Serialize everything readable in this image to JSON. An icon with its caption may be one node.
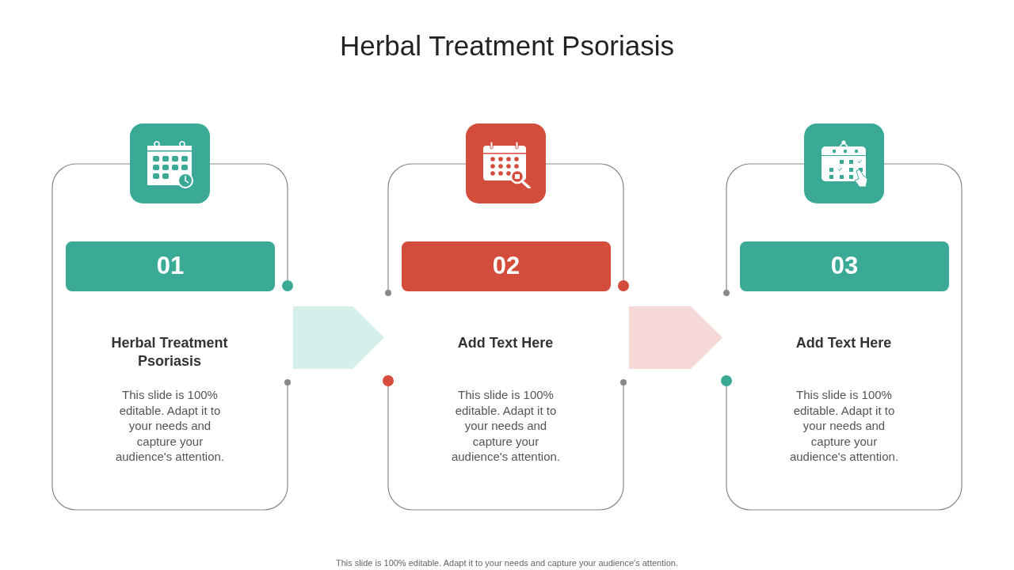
{
  "diagram": {
    "title": "Herbal Treatment Psoriasis",
    "nodes": [
      {
        "text": [
          "Herbal Treatment Psoriasis",
          "This slide is 100% editable. Adapt it to your needs and capture your audience's attention."
        ]
      },
      {
        "text": [
          "01"
        ],
        "in": 0
      },
      {
        "text": [
          "Add Text Here",
          "This slide is 100% editable. Adapt it to your needs and capture your audience's attention."
        ]
      },
      {
        "text": [
          "02"
        ],
        "in": 2
      },
      {
        "text": [
          "Add Text Here",
          "This slide is 100% editable. Adapt it to your needs and capture your audience's attention."
        ]
      },
      {
        "text": [
          "03"
        ],
        "in": 4
      }
    ],
    "edges": [
      {
        "from": 0,
        "to": 2,
        "arrow": "to",
        "color": "#d5f0ea"
      },
      {
        "from": 2,
        "to": 4,
        "arrow": "to",
        "color": "#f6d9d6"
      }
    ],
    "labels": [
      "This slide is 100% editable. Adapt it to your needs and capture your audience's attention."
    ]
  }
}
